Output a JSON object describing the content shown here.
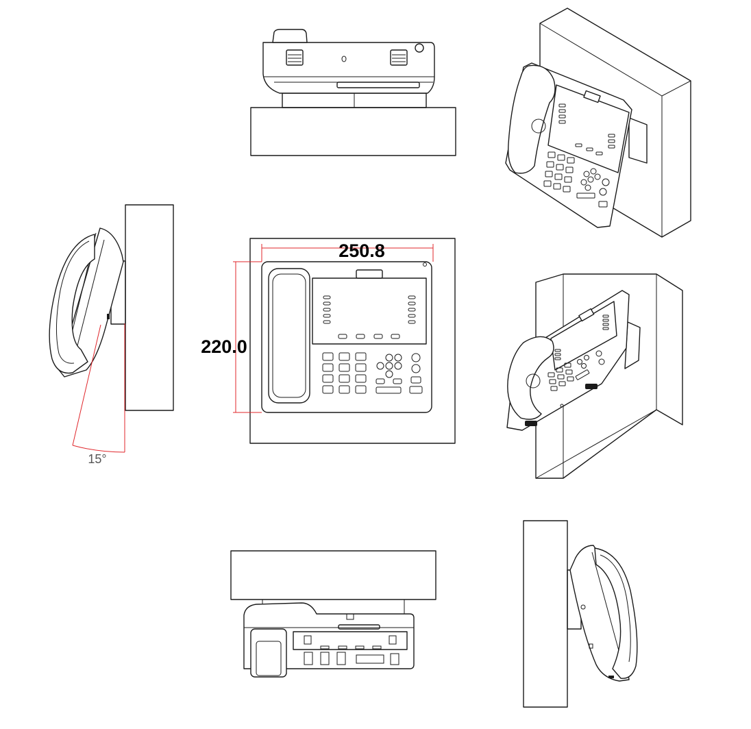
{
  "dimensions": {
    "width_label": "250.8",
    "height_label": "220.0",
    "angle_label": "15°"
  },
  "colors": {
    "line": "#1a1a1a",
    "dimension": "#e0252a",
    "background": "#ffffff"
  }
}
